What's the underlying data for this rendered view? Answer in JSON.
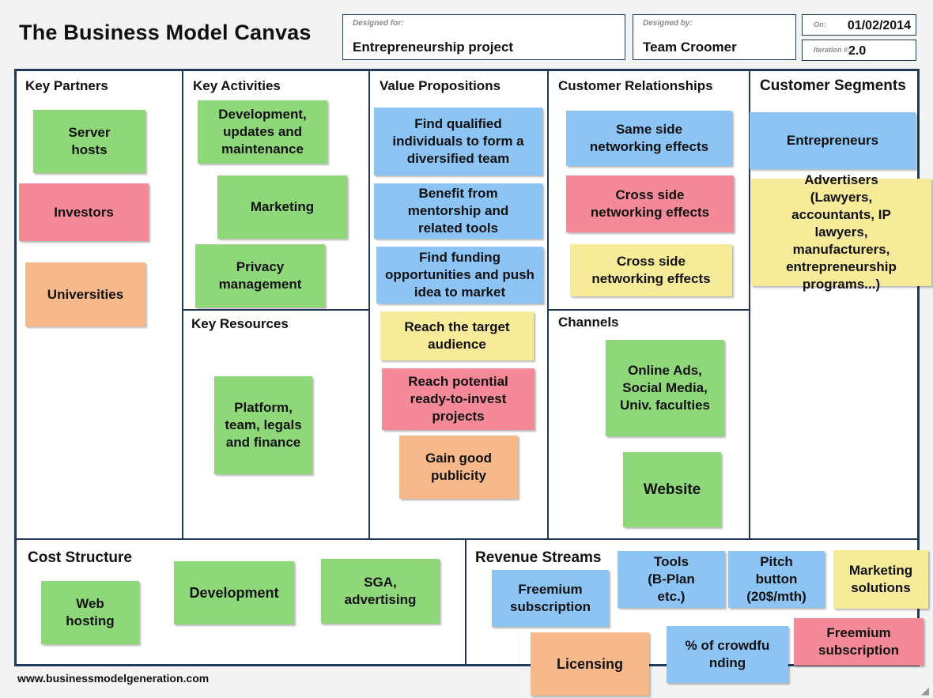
{
  "header": {
    "title": "The Business Model Canvas",
    "designed_for": {
      "label": "Designed for:",
      "value": "Entrepreneurship project"
    },
    "designed_by": {
      "label": "Designed by:",
      "value": "Team Croomer"
    },
    "on": {
      "label": "On:",
      "value": "01/02/2014"
    },
    "iteration": {
      "label": "Iteration #:",
      "value": "2.0"
    }
  },
  "sections": {
    "key_partners": "Key Partners",
    "key_activities": "Key Activities",
    "key_resources": "Key Resources",
    "value_propositions": "Value Propositions",
    "customer_relationships": "Customer Relationships",
    "channels": "Channels",
    "customer_segments": "Customer Segments",
    "cost_structure": "Cost Structure",
    "revenue_streams": "Revenue Streams"
  },
  "notes": {
    "key_partners": [
      "Server hosts",
      "Investors",
      "Universities"
    ],
    "key_activities": [
      "Development, updates and maintenance",
      "Marketing",
      "Privacy management"
    ],
    "key_resources": [
      "Platform, team, legals and finance"
    ],
    "value_propositions": [
      "Find qualified individuals to form a diversified team",
      "Benefit from mentorship and related tools",
      "Find funding opportunities and push idea to market",
      "Reach the target audience",
      "Reach potential ready-to-invest projects",
      "Gain good publicity"
    ],
    "customer_relationships": [
      "Same side networking effects",
      "Cross side networking effects",
      "Cross side networking effects"
    ],
    "channels": [
      "Online Ads, Social Media, Univ. faculties",
      "Website"
    ],
    "customer_segments": [
      "Entrepreneurs",
      "Advertisers (Lawyers, accountants, IP lawyers, manufacturers, entrepreneurship programs...)"
    ],
    "cost_structure": [
      "Web hosting",
      "Development",
      "SGA, advertising"
    ],
    "revenue_streams": [
      "Freemium subscription",
      "Tools (B-Plan etc.)",
      "Pitch button (20$/mth)",
      "Marketing solutions",
      "Licensing",
      "% of crowdfunding",
      "Freemium subscription"
    ]
  },
  "footer": {
    "url": "www.businessmodelgeneration.com"
  },
  "colors": {
    "border": "#1f3a5a",
    "green": "#8fd879",
    "blue": "#8cc4f5",
    "red": "#f48a98",
    "yellow": "#f7eb9a",
    "orange": "#f8b98a"
  }
}
